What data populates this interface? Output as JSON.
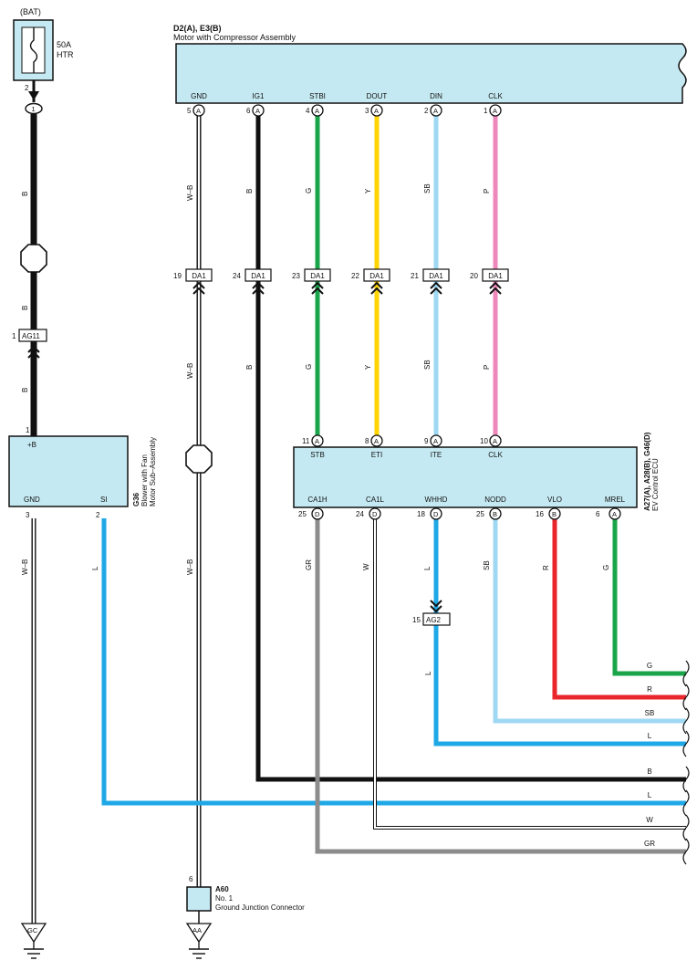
{
  "colors": {
    "B": "#111111",
    "G": "#1aa54a",
    "Y": "#ffd400",
    "SB": "#9fd8f3",
    "P": "#ee88bb",
    "L": "#1fa8e6",
    "GR": "#8c8c8c",
    "R": "#e8262b",
    "box_fill": "#c5e9f2"
  },
  "battery": {
    "label": "(BAT)",
    "fuse_rating": "50A",
    "fuse_name": "HTR",
    "pin": "2",
    "connector": "1"
  },
  "compressor": {
    "title_bold": "D2(A), E3(B)",
    "title": "Motor with Compressor Assembly",
    "pins": [
      {
        "name": "GND",
        "pin": "5",
        "conn": "A"
      },
      {
        "name": "IG1",
        "pin": "6",
        "conn": "A"
      },
      {
        "name": "STBI",
        "pin": "4",
        "conn": "A"
      },
      {
        "name": "DOUT",
        "pin": "3",
        "conn": "A"
      },
      {
        "name": "DIN",
        "pin": "2",
        "conn": "A"
      },
      {
        "name": "CLK",
        "pin": "1",
        "conn": "A"
      }
    ]
  },
  "da1": {
    "label": "DA1",
    "pins": [
      "19",
      "24",
      "23",
      "22",
      "21",
      "20"
    ]
  },
  "upper_wire_colors": [
    "W–B",
    "B",
    "G",
    "Y",
    "SB",
    "P"
  ],
  "lower_wire_colors": [
    "W–B",
    "B",
    "G",
    "Y",
    "SB",
    "P"
  ],
  "left_wire_colors": [
    "B",
    "B",
    "B"
  ],
  "ag11": {
    "label": "AG11",
    "pin": "1"
  },
  "blower": {
    "code": "G36",
    "line1": "Blower with Fan",
    "line2": "Motor Sub–Assembly",
    "top_pin_name": "+B",
    "top_pin": "1",
    "pins": [
      {
        "name": "GND",
        "pin": "3",
        "wire": "W–B"
      },
      {
        "name": "SI",
        "pin": "2",
        "wire": "L"
      }
    ]
  },
  "ecu": {
    "code": "A27(A), A28(B), G46(D)",
    "name": "EV Control ECU",
    "top_pins": [
      {
        "name": "STB",
        "pin": "11",
        "conn": "A"
      },
      {
        "name": "ETI",
        "pin": "8",
        "conn": "A"
      },
      {
        "name": "ITE",
        "pin": "9",
        "conn": "A"
      },
      {
        "name": "CLK",
        "pin": "10",
        "conn": "A"
      }
    ],
    "bottom_pins": [
      {
        "name": "CA1H",
        "pin": "25",
        "conn": "D",
        "wire": "GR"
      },
      {
        "name": "CA1L",
        "pin": "24",
        "conn": "D",
        "wire": "W"
      },
      {
        "name": "WHHD",
        "pin": "18",
        "conn": "D",
        "wire": "L"
      },
      {
        "name": "NODD",
        "pin": "25",
        "conn": "B",
        "wire": "SB"
      },
      {
        "name": "VLO",
        "pin": "16",
        "conn": "B",
        "wire": "R"
      },
      {
        "name": "MREL",
        "pin": "6",
        "conn": "A",
        "wire": "G"
      }
    ]
  },
  "ag2": {
    "label": "AG2",
    "pin": "15",
    "wire_below": "L"
  },
  "gnd_wire_label": "W–B",
  "right_wires": [
    "G",
    "R",
    "SB",
    "L",
    "B",
    "L",
    "W",
    "GR"
  ],
  "ground_junction": {
    "code": "A60",
    "line1": "No. 1",
    "line2": "Ground Junction Connector",
    "pin": "6"
  },
  "grounds": [
    "GC",
    "AA"
  ]
}
